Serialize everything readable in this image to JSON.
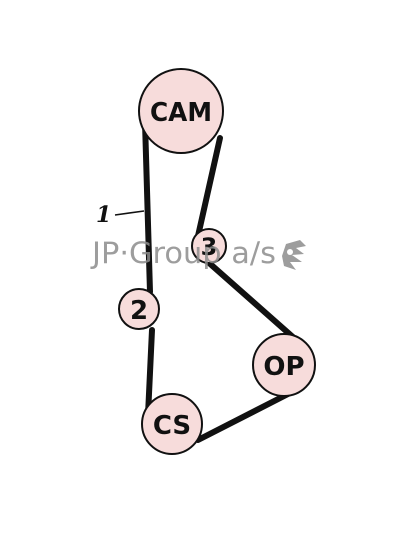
{
  "diagram": {
    "belt_callout": "1",
    "pulleys": {
      "cam": {
        "label": "CAM"
      },
      "tensioner": {
        "label": "3"
      },
      "idler": {
        "label": "2"
      },
      "oil_pump": {
        "label": "OP"
      },
      "crankshaft": {
        "label": "CS"
      }
    }
  },
  "watermark": {
    "text": "JP·Group a/s"
  },
  "colors": {
    "pulley_fill": "#f7dcdb",
    "outline": "#111111",
    "watermark": "#8d8d8d",
    "background": "#ffffff"
  }
}
